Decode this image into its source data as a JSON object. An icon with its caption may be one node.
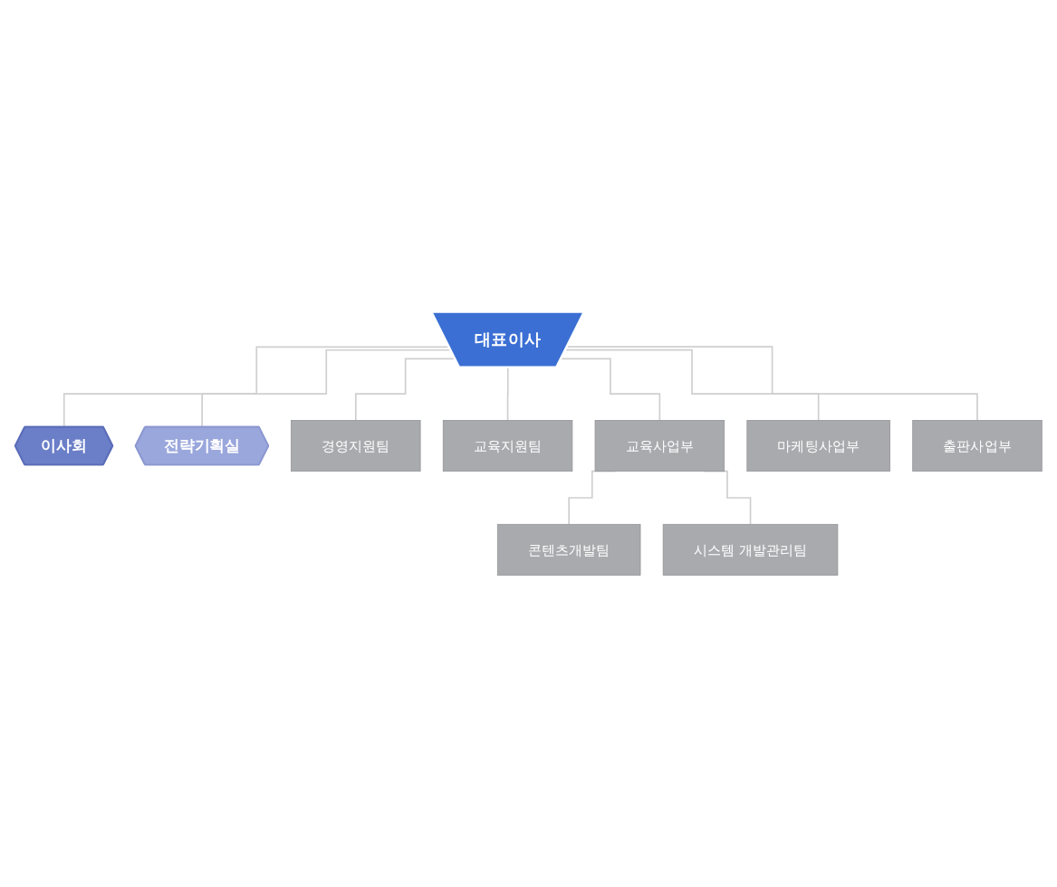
{
  "diagram": {
    "nodes": [
      {
        "text": [
          "대표이사"
        ]
      },
      {
        "text": [
          "이사회"
        ]
      },
      {
        "text": [
          "전략기획실"
        ]
      },
      {
        "text": [
          "경영지원팀"
        ]
      },
      {
        "text": [
          "교육지원팀"
        ]
      },
      {
        "text": [
          "교육사업부"
        ]
      },
      {
        "text": [
          "마케팅사업부"
        ]
      },
      {
        "text": [
          "출판사업부"
        ]
      },
      {
        "text": [
          "콘텐츠개발팀"
        ]
      },
      {
        "text": [
          "시스템 개발관리팀"
        ]
      }
    ],
    "edges": [
      {
        "from": 0,
        "to": 1,
        "arrow": "none"
      },
      {
        "from": 0,
        "to": 2,
        "arrow": "none"
      },
      {
        "from": 0,
        "to": 3,
        "arrow": "none"
      },
      {
        "from": 0,
        "to": 4,
        "arrow": "none"
      },
      {
        "from": 0,
        "to": 5,
        "arrow": "none"
      },
      {
        "from": 0,
        "to": 6,
        "arrow": "none"
      },
      {
        "from": 0,
        "to": 7,
        "arrow": "none"
      },
      {
        "from": 5,
        "to": 8,
        "arrow": "none"
      },
      {
        "from": 5,
        "to": 9,
        "arrow": "none"
      }
    ]
  }
}
